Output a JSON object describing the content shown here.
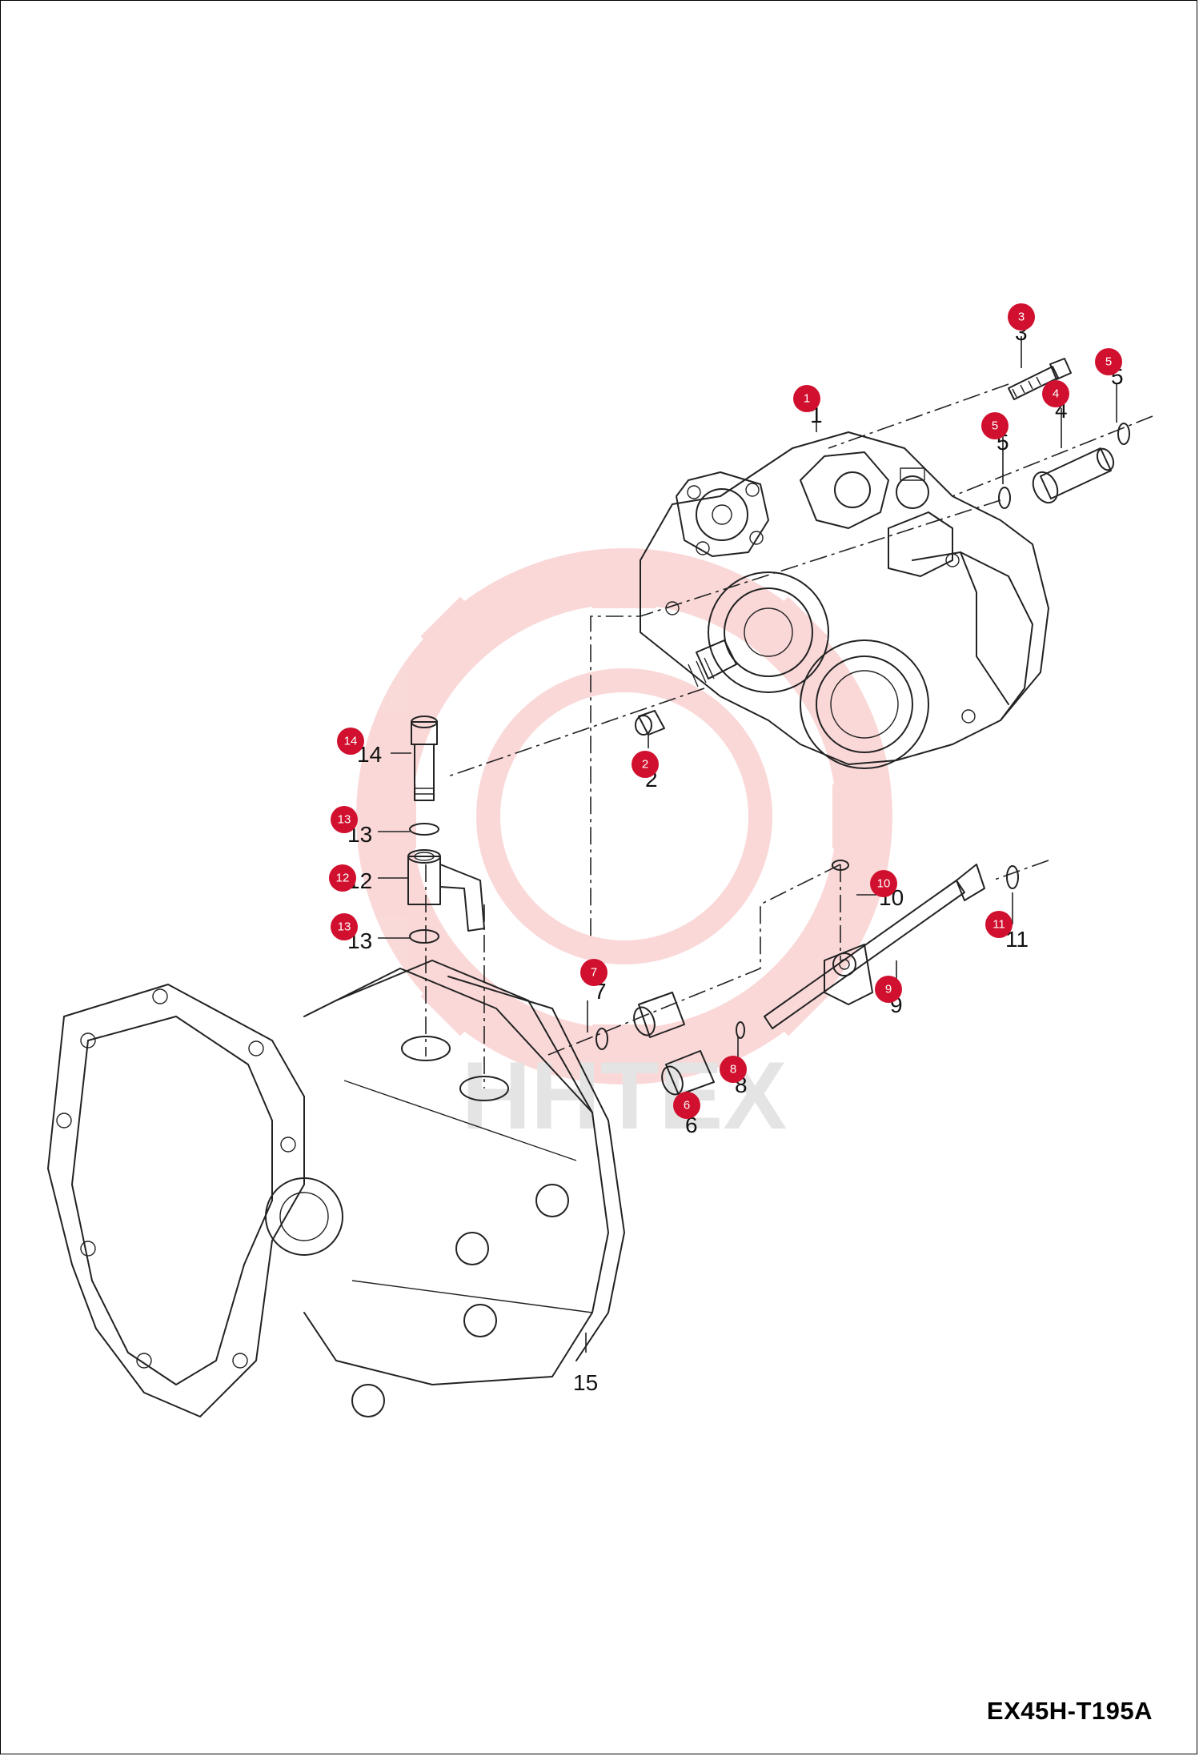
{
  "drawing_code": "EX45H-T195A",
  "watermark": {
    "text": "HHTEX",
    "color": "#f2aaaa"
  },
  "accent_color": "#d0102e",
  "callouts": [
    {
      "id": "1",
      "badge": "1",
      "label": "1"
    },
    {
      "id": "2",
      "badge": "2",
      "label": "2"
    },
    {
      "id": "3",
      "badge": "3",
      "label": "3"
    },
    {
      "id": "4",
      "badge": "4",
      "label": "4"
    },
    {
      "id": "5a",
      "badge": "5",
      "label": "5"
    },
    {
      "id": "5b",
      "badge": "5",
      "label": "5"
    },
    {
      "id": "6",
      "badge": "6",
      "label": "6"
    },
    {
      "id": "7",
      "badge": "7",
      "label": "7"
    },
    {
      "id": "8",
      "badge": "8",
      "label": "8"
    },
    {
      "id": "9",
      "badge": "9",
      "label": "9"
    },
    {
      "id": "10",
      "badge": "10",
      "label": "10"
    },
    {
      "id": "11",
      "badge": "11",
      "label": "11"
    },
    {
      "id": "12",
      "badge": "12",
      "label": "12"
    },
    {
      "id": "13a",
      "badge": "13",
      "label": "13"
    },
    {
      "id": "13b",
      "badge": "13",
      "label": "13"
    },
    {
      "id": "14",
      "badge": "14",
      "label": "14"
    },
    {
      "id": "15",
      "badge": "",
      "label": "15"
    }
  ]
}
